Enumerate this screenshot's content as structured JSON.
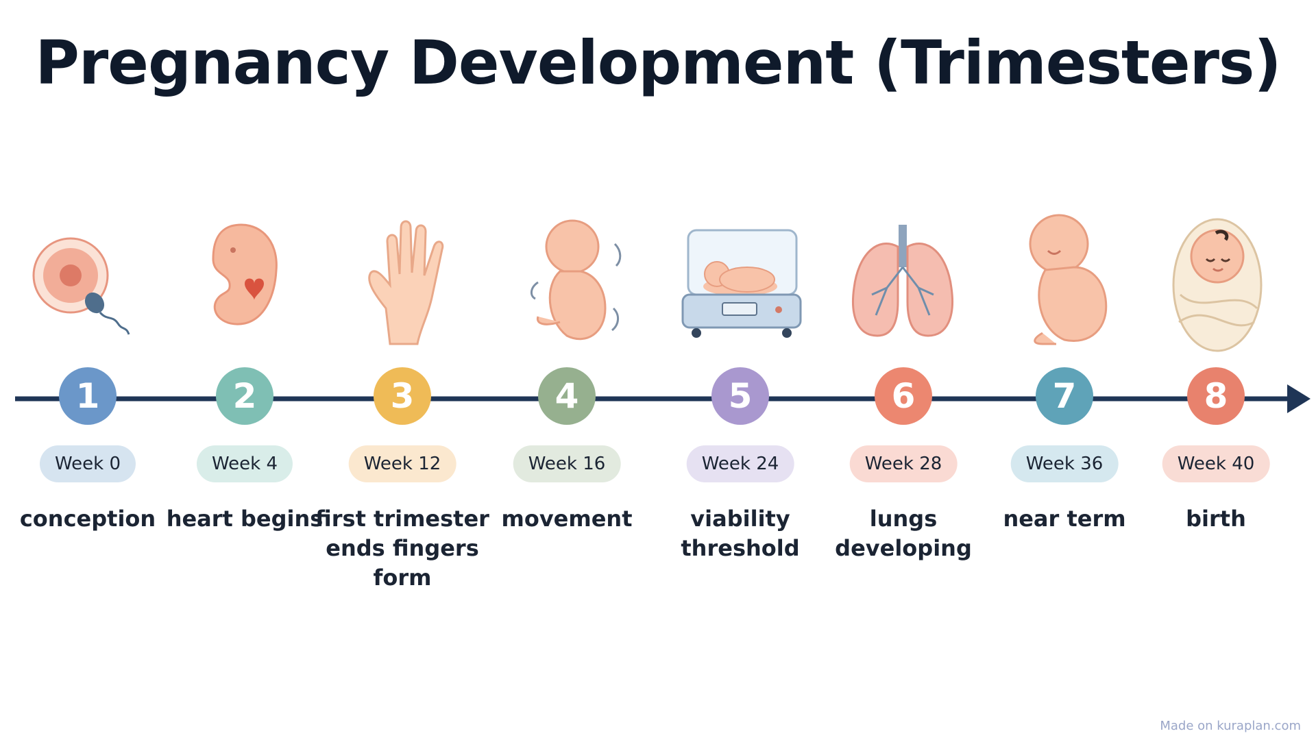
{
  "title": "Pregnancy Development (Trimesters)",
  "colors": {
    "axis": "#1f3556",
    "text": "#1b2433",
    "credit": "#9aa6c8"
  },
  "steps": [
    {
      "number": "1",
      "week": "Week 0",
      "label": "conception",
      "icon": "egg-and-sperm-icon",
      "color": "#6b97c9",
      "pill": "#d6e4f0"
    },
    {
      "number": "2",
      "week": "Week 4",
      "label": "heart begins",
      "icon": "embryo-heart-icon",
      "color": "#7fbfb4",
      "pill": "#d9ede9"
    },
    {
      "number": "3",
      "week": "Week 12",
      "label": "first trimester ends fingers form",
      "icon": "hand-icon",
      "color": "#efbb57",
      "pill": "#fbe8cf"
    },
    {
      "number": "4",
      "week": "Week 16",
      "label": "movement",
      "icon": "fetus-moving-icon",
      "color": "#96b08f",
      "pill": "#e2eadf"
    },
    {
      "number": "5",
      "week": "Week 24",
      "label": "viability threshold",
      "icon": "incubator-icon",
      "color": "#a998cf",
      "pill": "#e6e1f2"
    },
    {
      "number": "6",
      "week": "Week 28",
      "label": "lungs developing",
      "icon": "lungs-icon",
      "color": "#ec8770",
      "pill": "#fadad3"
    },
    {
      "number": "7",
      "week": "Week 36",
      "label": "near term",
      "icon": "fetus-curled-icon",
      "color": "#5fa3b8",
      "pill": "#d5e8ef"
    },
    {
      "number": "8",
      "week": "Week 40",
      "label": "birth",
      "icon": "swaddled-baby-icon",
      "color": "#e8826d",
      "pill": "#f9dcd5"
    }
  ],
  "credit": "Made on kuraplan.com"
}
